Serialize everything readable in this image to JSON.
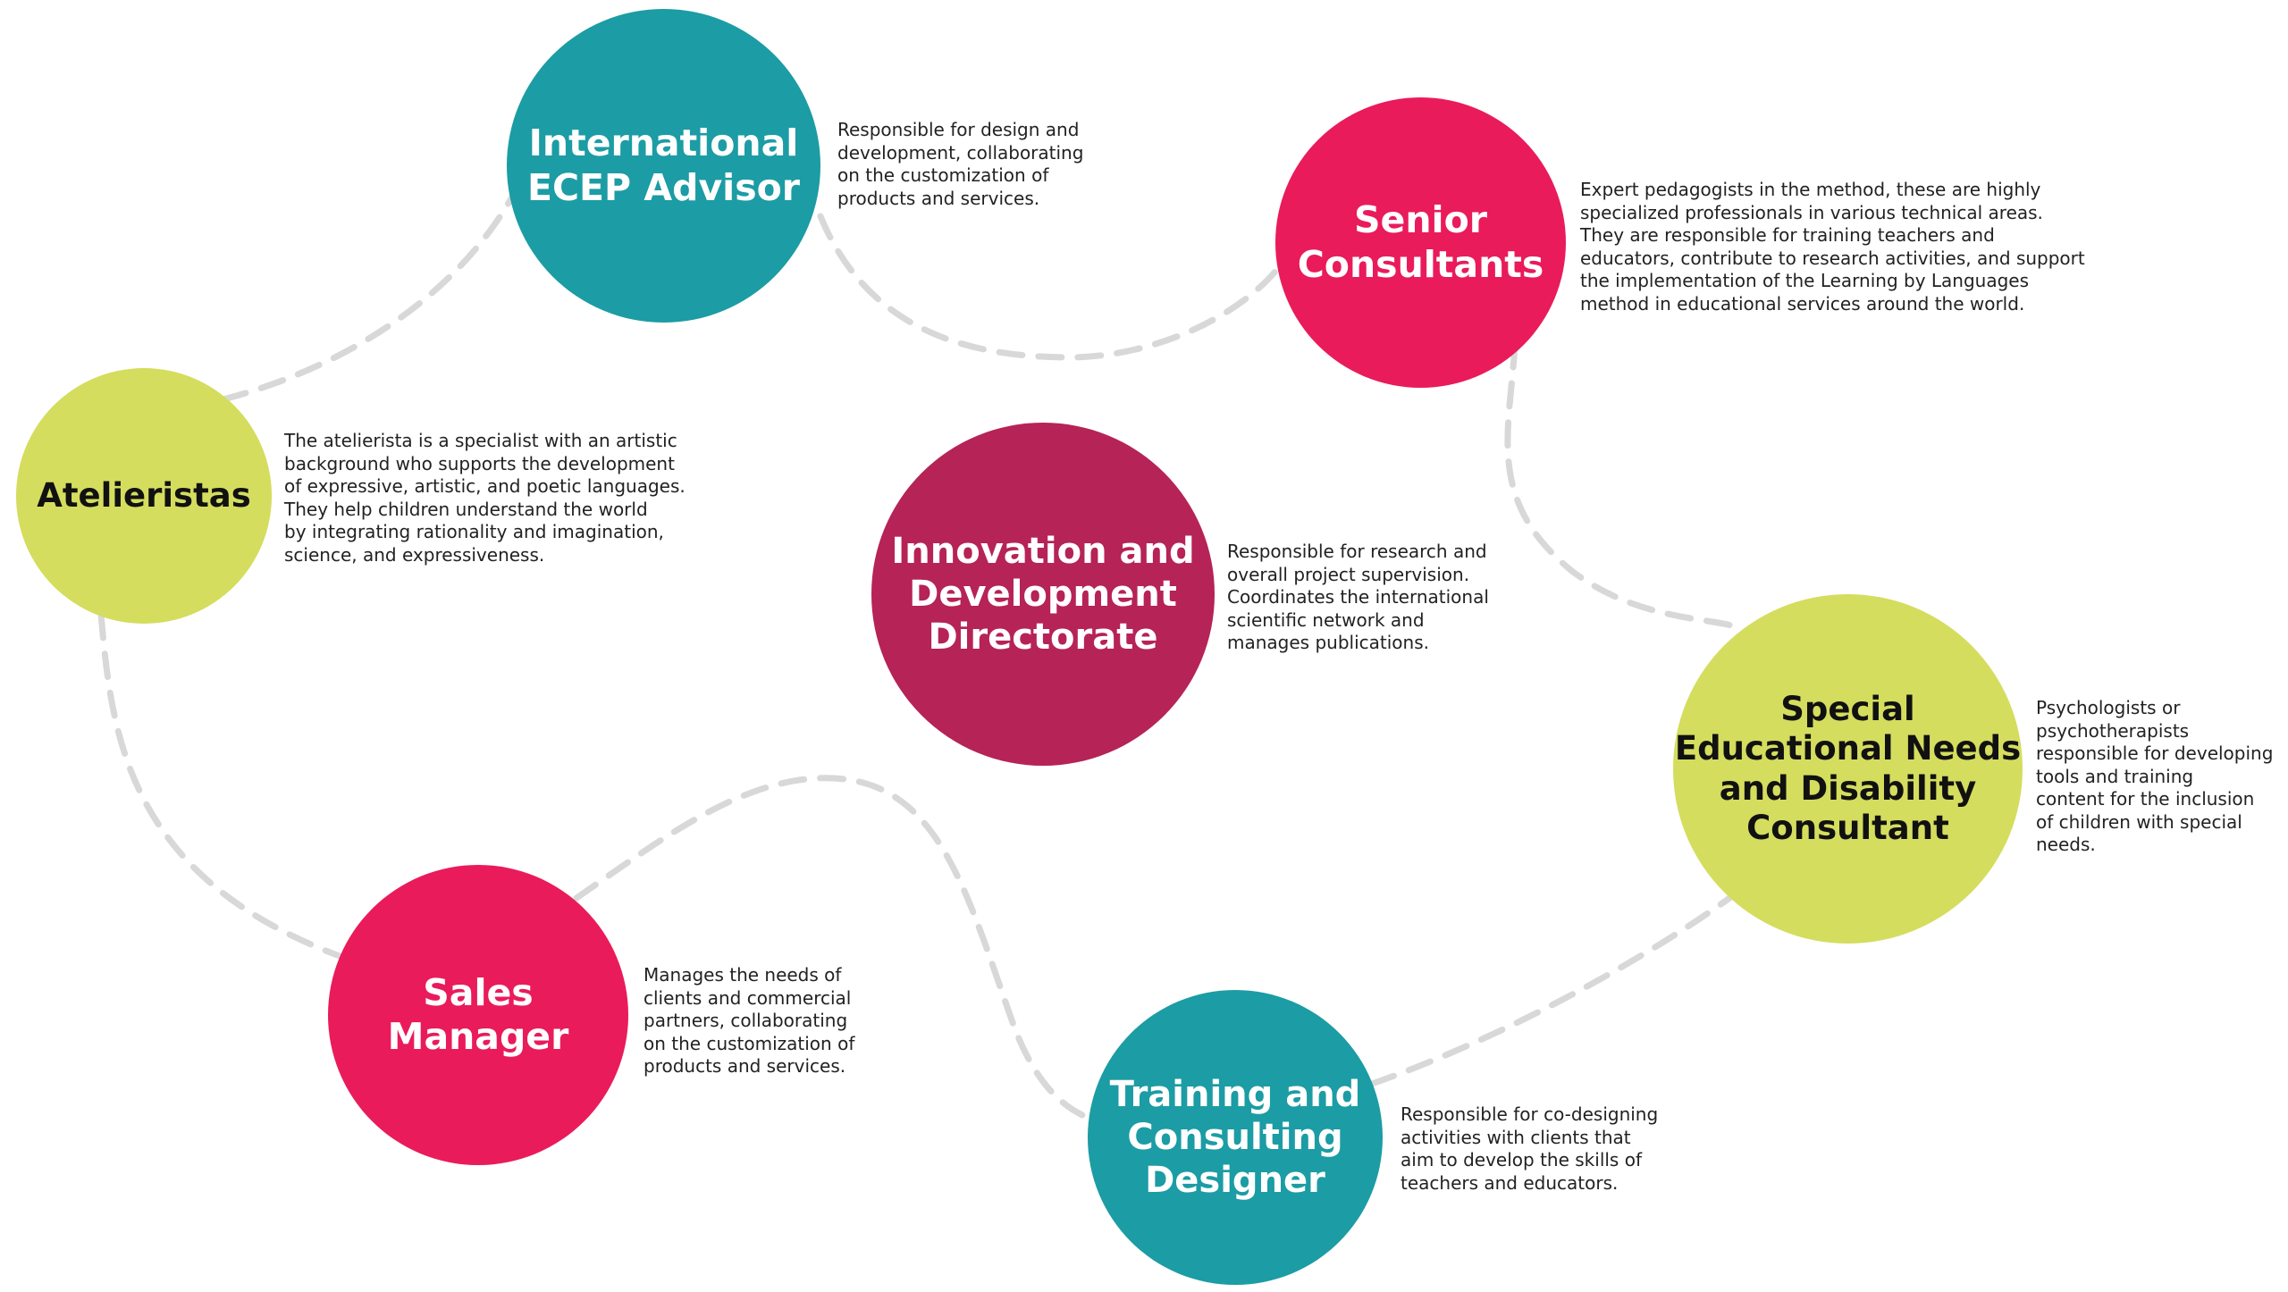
{
  "colors": {
    "teal": "#1c9ca4",
    "pink": "#e91b5b",
    "lime": "#d4dd5e",
    "crimson": "#b62356",
    "connector": "#d8d8d8",
    "text_light": "#ffffff",
    "text_dark": "#111111"
  },
  "nodes": {
    "ecep": {
      "label": "International\nECEP Advisor",
      "description": "Responsible for design and\ndevelopment, collaborating\non the customization of\nproducts and services."
    },
    "senior": {
      "label": "Senior\nConsultants",
      "description": "Expert pedagogists in the method, these are highly\nspecialized professionals in various technical areas.\nThey are responsible for training teachers and\neducators, contribute to research activities, and support\nthe implementation of the Learning by Languages\nmethod in educational services around the world."
    },
    "atelieristas": {
      "label": "Atelieristas",
      "description": "The atelierista is a specialist with an artistic\nbackground who supports the development\nof expressive, artistic, and poetic languages.\nThey help children understand the world\nby integrating rationality and imagination,\nscience, and expressiveness."
    },
    "innovation": {
      "label": "Innovation and\nDevelopment\nDirectorate",
      "description": "Responsible for research and\noverall project supervision.\nCoordinates the international\nscientific network and\nmanages publications."
    },
    "special": {
      "label": "Special\nEducational Needs\nand Disability\nConsultant",
      "description": "Psychologists or\npsychotherapists\nresponsible for developing\ntools and training\ncontent for the inclusion\nof children with special\nneeds."
    },
    "sales": {
      "label": "Sales\nManager",
      "description": "Manages the needs of\nclients and commercial\npartners, collaborating\non the customization of\nproducts and services."
    },
    "training": {
      "label": "Training and\nConsulting\nDesigner",
      "description": "Responsible for co-designing\nactivities with clients that\naim to develop the skills of\nteachers and educators."
    }
  }
}
